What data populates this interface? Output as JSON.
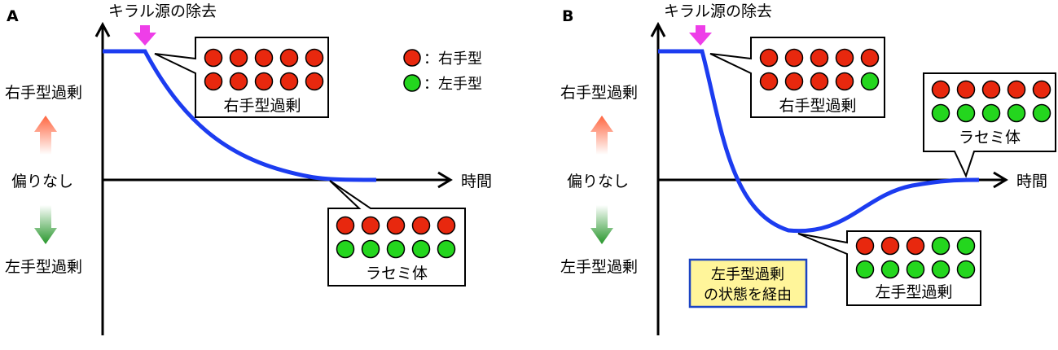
{
  "colors": {
    "curve": "#1c3cf0",
    "right_ball": "#e8280e",
    "left_ball": "#24d61e",
    "arrow_down_pink": "#ee3ee8",
    "up_arrow_top": "#ff6640",
    "down_arrow_bottom": "#27962b",
    "highlight_fill": "#fff59a",
    "highlight_border": "#1a43c4"
  },
  "chart_data": [
    {
      "type": "line",
      "panel_label": "A",
      "top_annotation": "キラル源の除去",
      "axis_labels": {
        "x": "時間",
        "y_top": "右手型過剰",
        "y_middle": "偏りなし",
        "y_bottom": "左手型過剰"
      },
      "x": [
        0,
        1,
        2,
        3,
        4,
        5,
        6
      ],
      "y": [
        1.0,
        1.0,
        0.5,
        0.22,
        0.08,
        0.02,
        0.0
      ],
      "callouts": [
        {
          "label": "右手型過剰",
          "rows": [
            [
              "R",
              "R",
              "R",
              "R",
              "R"
            ],
            [
              "R",
              "R",
              "R",
              "R",
              "R"
            ]
          ]
        },
        {
          "label": "ラセミ体",
          "rows": [
            [
              "R",
              "R",
              "R",
              "R",
              "R"
            ],
            [
              "L",
              "L",
              "L",
              "L",
              "L"
            ]
          ]
        }
      ],
      "legend": [
        {
          "symbol": "R",
          "text": "：右手型"
        },
        {
          "symbol": "L",
          "text": "：左手型"
        }
      ]
    },
    {
      "type": "line",
      "panel_label": "B",
      "top_annotation": "キラル源の除去",
      "axis_labels": {
        "x": "時間",
        "y_top": "右手型過剰",
        "y_middle": "偏りなし",
        "y_bottom": "左手型過剰"
      },
      "x": [
        0,
        1,
        2,
        3,
        4,
        5,
        6
      ],
      "y": [
        1.0,
        1.0,
        -0.2,
        -0.4,
        -0.15,
        -0.02,
        0.0
      ],
      "callouts": [
        {
          "label": "右手型過剰",
          "rows": [
            [
              "R",
              "R",
              "R",
              "R",
              "R"
            ],
            [
              "R",
              "R",
              "R",
              "R",
              "L"
            ]
          ]
        },
        {
          "label": "ラセミ体",
          "rows": [
            [
              "R",
              "R",
              "R",
              "R",
              "R"
            ],
            [
              "L",
              "L",
              "L",
              "L",
              "L"
            ]
          ]
        },
        {
          "label": "左手型過剰",
          "rows": [
            [
              "R",
              "R",
              "R",
              "L",
              "L"
            ],
            [
              "L",
              "L",
              "L",
              "L",
              "L"
            ]
          ]
        }
      ],
      "highlight_note": [
        "左手型過剰",
        "の状態を経由"
      ]
    }
  ]
}
